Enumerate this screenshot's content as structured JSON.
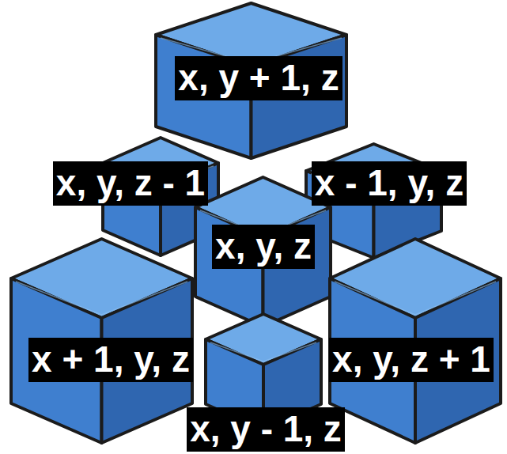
{
  "diagram": {
    "nodes": [
      {
        "text": [
          "x, y + 1, z"
        ]
      },
      {
        "text": [
          "x, y, z - 1"
        ]
      },
      {
        "text": [
          "x - 1, y, z"
        ]
      },
      {
        "text": [
          "x, y, z"
        ]
      },
      {
        "text": [
          "x + 1, y, z"
        ]
      },
      {
        "text": [
          "x, y, z + 1"
        ]
      },
      {
        "text": [
          "x, y - 1, z"
        ]
      }
    ]
  }
}
